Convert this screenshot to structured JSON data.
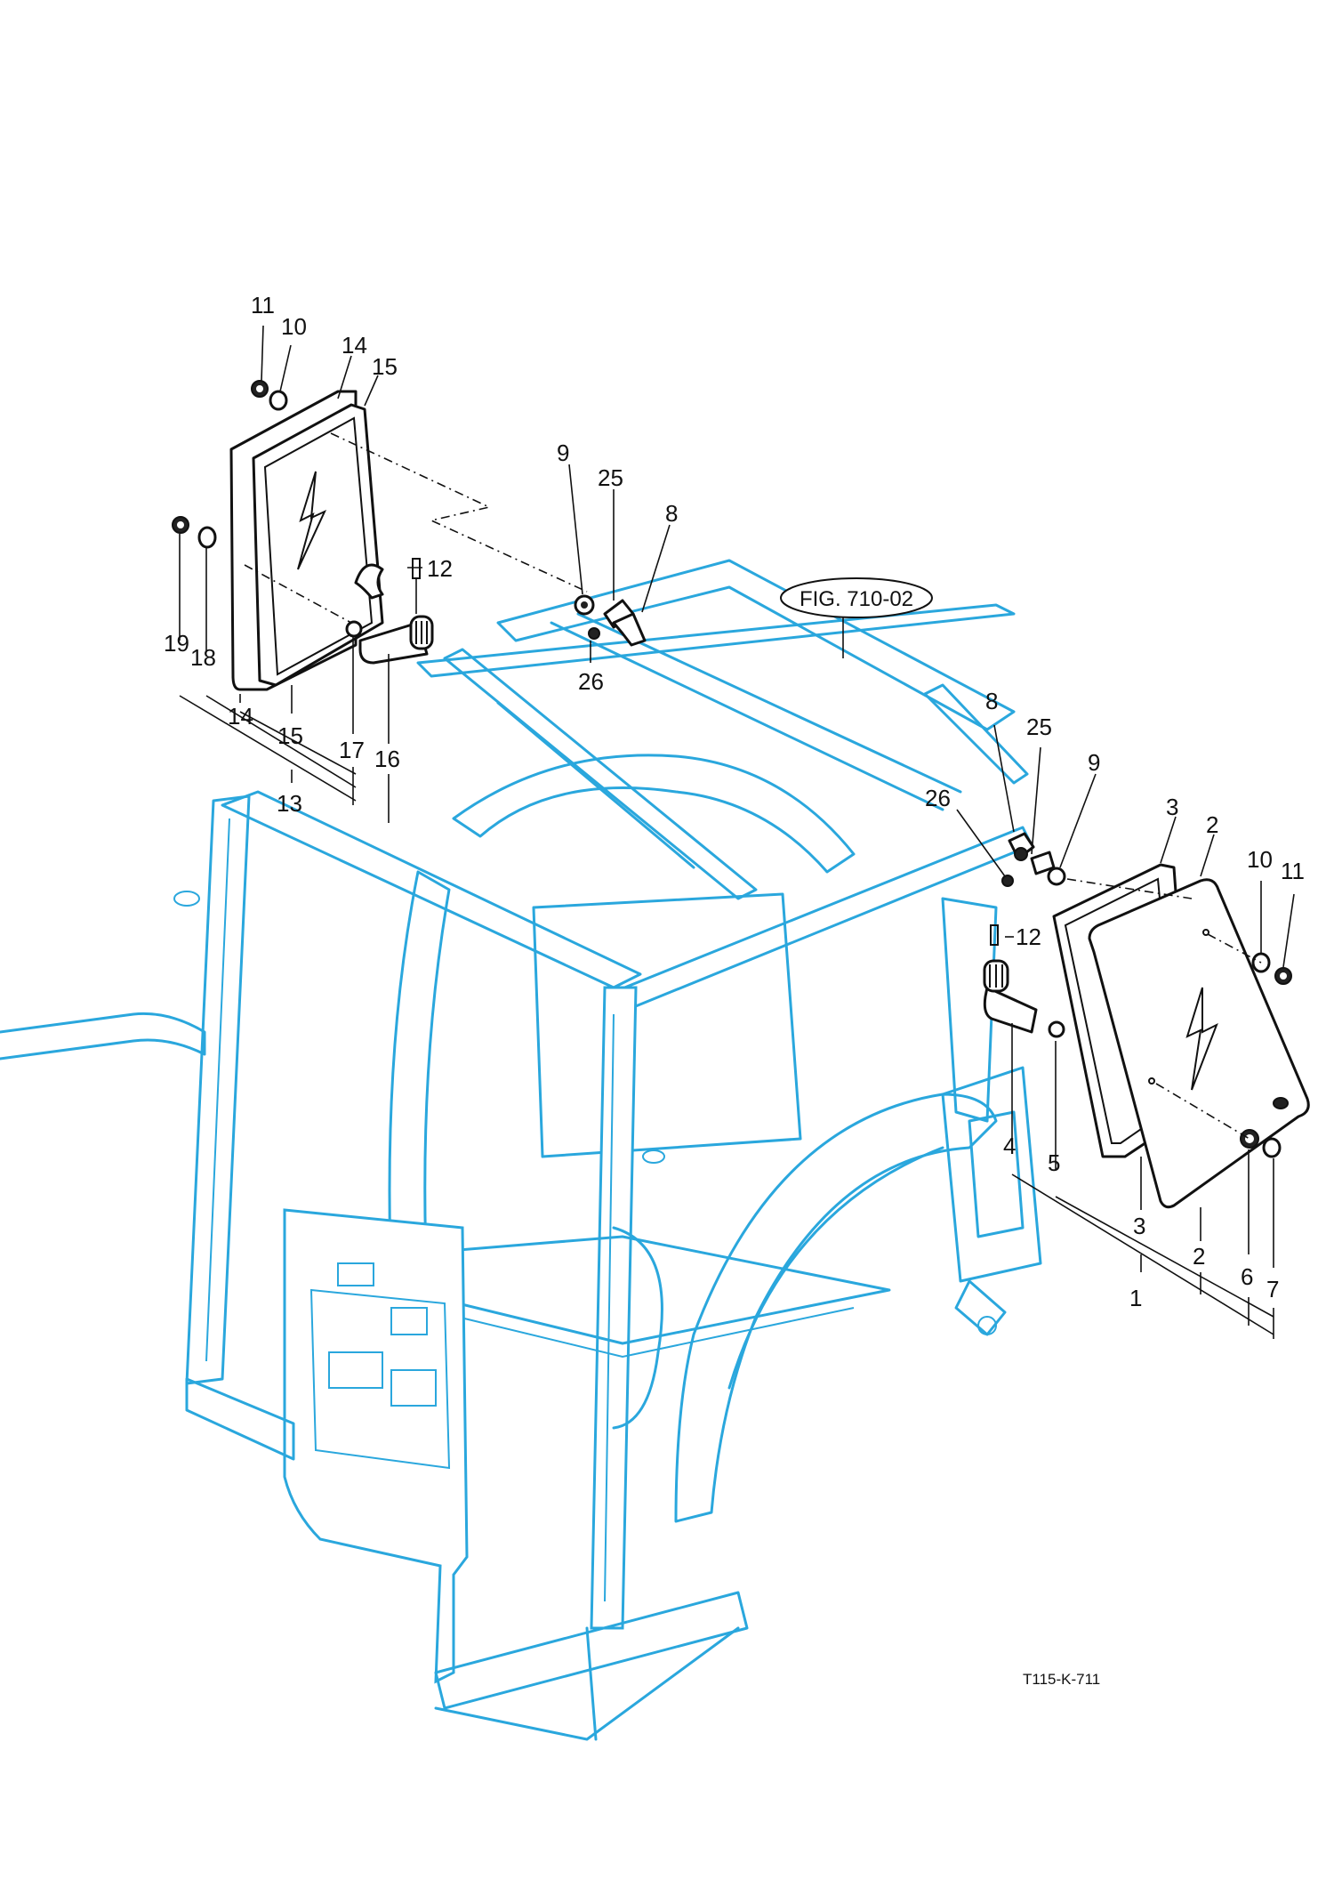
{
  "figure_reference": "FIG. 710-02",
  "drawing_id": "T115-K-711",
  "colors": {
    "cab_frame": "#2aa7dd",
    "parts": "#111111",
    "background": "#ffffff"
  },
  "callouts": {
    "c1": "1",
    "c2a": "2",
    "c2b": "2",
    "c3a": "3",
    "c3b": "3",
    "c4": "4",
    "c5": "5",
    "c6": "6",
    "c7": "7",
    "c8l": "8",
    "c8r": "8",
    "c9l": "9",
    "c9r": "9",
    "c10l": "10",
    "c10r": "10",
    "c11l": "11",
    "c11r": "11",
    "c12l": "12",
    "c12r": "12",
    "c13": "13",
    "c14a": "14",
    "c14b": "14",
    "c15a": "15",
    "c15b": "15",
    "c16": "16",
    "c17": "17",
    "c18": "18",
    "c19": "19",
    "c25l": "25",
    "c25r": "25",
    "c26l": "26",
    "c26r": "26"
  }
}
